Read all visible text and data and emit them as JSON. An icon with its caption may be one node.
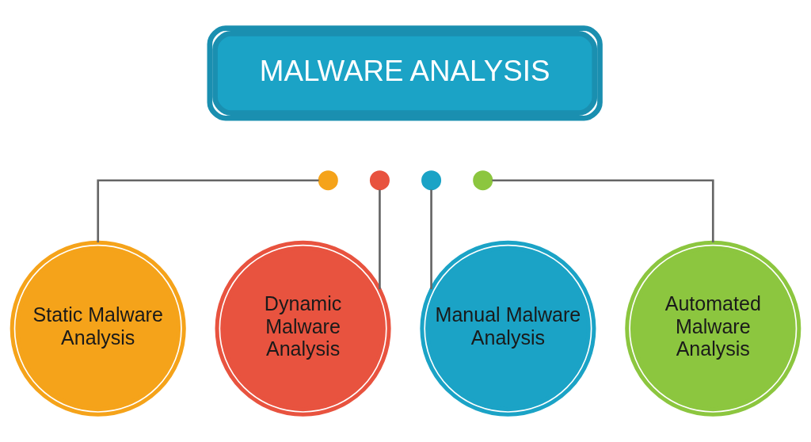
{
  "diagram": {
    "nodes": [
      {
        "text": [
          "MALWARE ANALYSIS"
        ]
      },
      {
        "text": [],
        "shape": "circle"
      },
      {
        "text": [],
        "shape": "circle"
      },
      {
        "text": [],
        "shape": "circle"
      },
      {
        "text": [],
        "shape": "circle"
      },
      {
        "text": [
          "Static Malware Analysis"
        ]
      },
      {
        "text": [
          "Dynamic Malware Analysis"
        ]
      },
      {
        "text": [
          "Manual Malware Analysis"
        ]
      },
      {
        "text": [
          "Automated Malware Analysis"
        ]
      }
    ],
    "edges": [
      {
        "from": 1,
        "to": 5,
        "arrow": "none"
      },
      {
        "from": 2,
        "to": 6,
        "arrow": "none"
      },
      {
        "from": 3,
        "to": 7,
        "arrow": "none"
      },
      {
        "from": 4,
        "to": 8,
        "arrow": "none"
      }
    ]
  }
}
